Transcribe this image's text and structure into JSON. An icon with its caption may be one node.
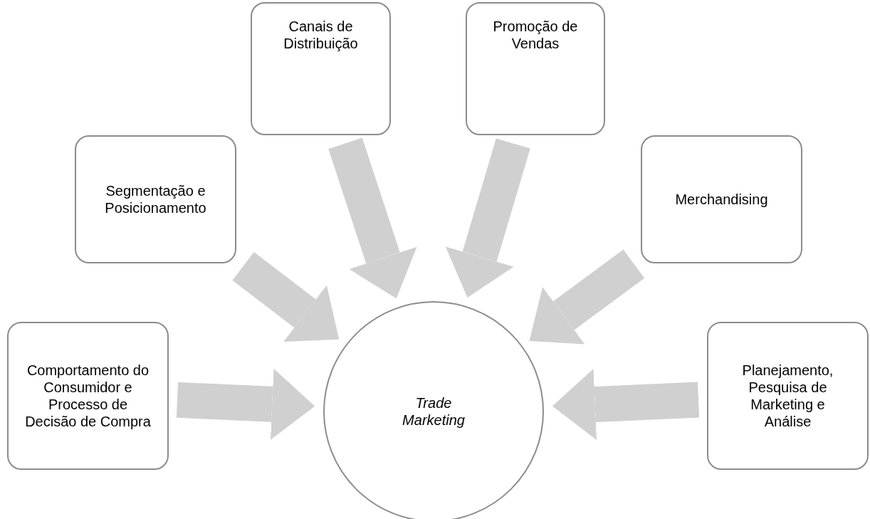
{
  "diagram": {
    "nodes": [
      {
        "text": [
          "Canais de Distribuição"
        ]
      },
      {
        "text": [
          "Promoção de Vendas"
        ]
      },
      {
        "text": [
          "Segmentação e Posicionamento"
        ]
      },
      {
        "text": [
          "Merchandising"
        ]
      },
      {
        "text": [
          "Comportamento do Consumidor e Processo de Decisão de Compra"
        ]
      },
      {
        "text": [
          "Trade Marketing"
        ]
      },
      {
        "text": [
          "Planejamento, Pesquisa de Marketing e Análise"
        ]
      }
    ],
    "edges": [
      {
        "from": 4,
        "to": 5,
        "arrow": "to"
      },
      {
        "from": 2,
        "to": 5,
        "arrow": "to"
      },
      {
        "from": 0,
        "to": 5,
        "arrow": "to"
      },
      {
        "from": 1,
        "to": 5,
        "arrow": "to"
      },
      {
        "from": 3,
        "to": 5,
        "arrow": "to"
      },
      {
        "from": 6,
        "to": 5,
        "arrow": "to"
      }
    ]
  }
}
